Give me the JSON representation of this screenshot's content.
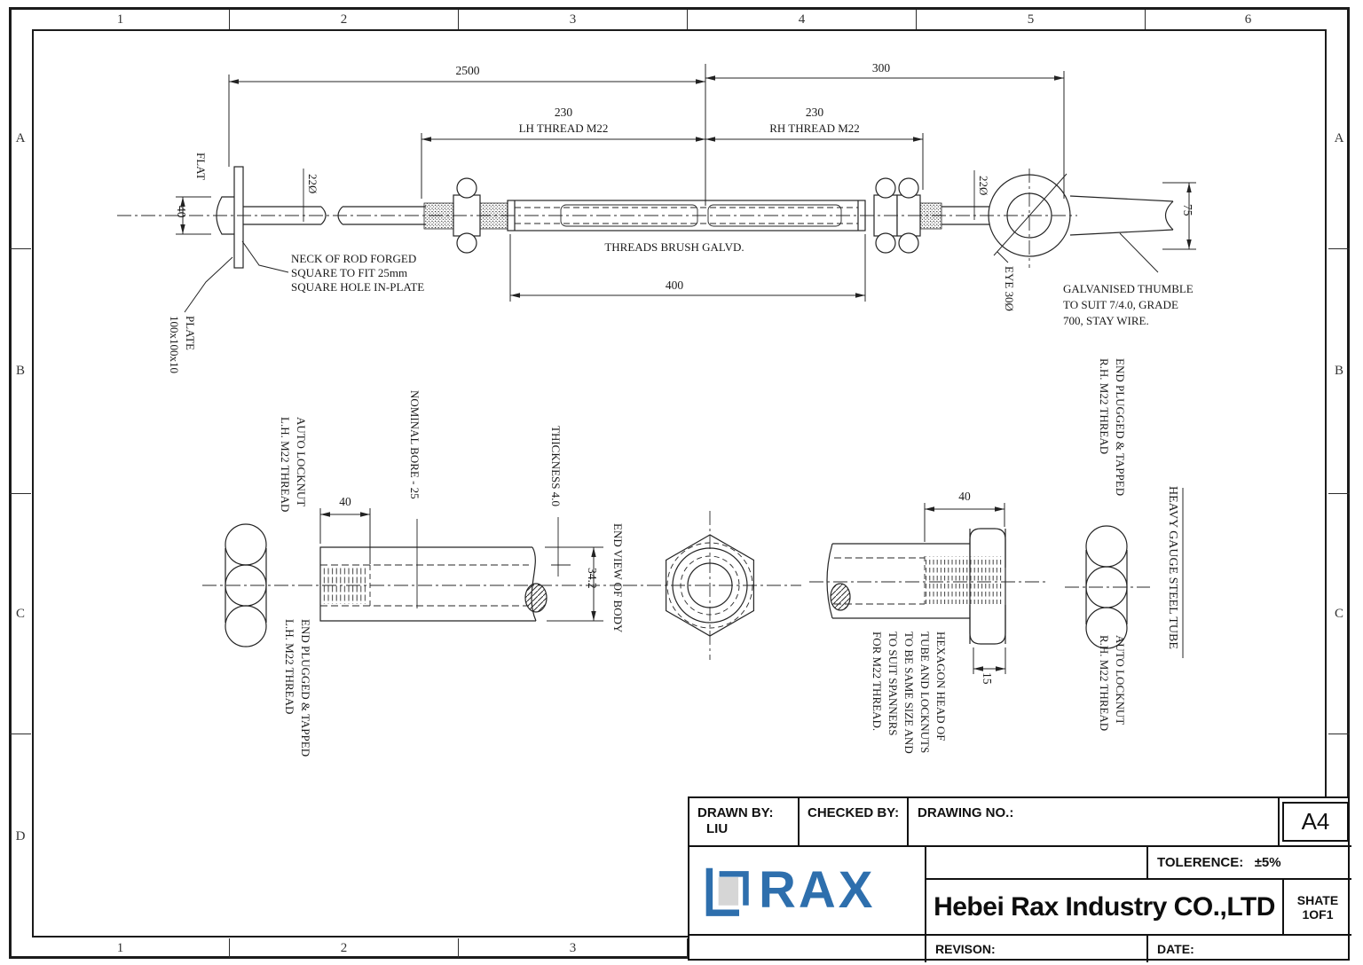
{
  "frame": {
    "top_zones": [
      "1",
      "2",
      "3",
      "4",
      "5",
      "6"
    ],
    "bottom_zones": [
      "1",
      "2",
      "3"
    ],
    "left_rows": [
      "A",
      "B",
      "C",
      "D"
    ],
    "right_rows": [
      "A",
      "B",
      "C"
    ]
  },
  "drawing": {
    "dim_overall": "2500",
    "dim_eye_end": "300",
    "dim_lh_len": "230",
    "dim_lh_label": "LH THREAD M22",
    "dim_rh_len": "230",
    "dim_rh_label": "RH THREAD M22",
    "dim_body": "400",
    "dim_nut_width": "40",
    "dim_rod_dia_left": "22Ø",
    "dim_rod_dia_right": "22Ø",
    "label_flat": "FLAT",
    "note_neck": [
      "NECK OF ROD FORGED",
      "SQUARE TO FIT 25mm",
      "SQUARE HOLE IN-PLATE"
    ],
    "note_plate": [
      "PLATE",
      "100x100x10"
    ],
    "note_threads": "THREADS BRUSH GALVD.",
    "label_eye": "EYE 30Ø",
    "note_thimble": [
      "GALVANISED THUMBLE",
      "TO SUIT 7/4.0, GRADE",
      "700, STAY WIRE."
    ],
    "dim_thimble": "75",
    "note_locknut_lh": [
      "AUTO LOCKNUT",
      "L.H. M22 THREAD"
    ],
    "label_bore": "NOMINAL BORE - 25",
    "label_thickness": "THICKNESS 4.0",
    "dim_body_40": "40",
    "dim_od": "34.2",
    "label_end_view": "END VIEW OF BODY",
    "note_plug_lh": [
      "END PLUGGED & TAPPED",
      "L.H. M22 THREAD"
    ],
    "dim_head_40": "40",
    "dim_head_15": "15",
    "note_hex": [
      "HEXAGON HEAD OF",
      "TUBE AND LOCKNUTS",
      "TO BE SAME SIZE AND",
      "TO SUIT SPANNERS",
      "FOR M22 THREAD."
    ],
    "note_plug_rh": [
      "END PLUGGED & TAPPED",
      "R.H. M22 THREAD"
    ],
    "note_locknut_rh": [
      "AUTO LOCKNUT",
      "R.H. M22 THREAD"
    ],
    "label_tube": "HEAVY GAUGE STEEL TUBE"
  },
  "title_block": {
    "drawn_by_label": "DRAWN BY:",
    "drawn_by_value": "LIU",
    "checked_by_label": "CHECKED BY:",
    "drawing_no_label": "DRAWING NO.:",
    "paper_size": "A4",
    "tolerance_label": "TOLERENCE:",
    "tolerance_value": "±5%",
    "logo_text": "RAX",
    "logo_color": "#2e6fad",
    "company": "Hebei Rax Industry CO.,LTD",
    "sheet": "SHATE 1OF1",
    "revision_label": "REVISON:",
    "date_label": "DATE:"
  }
}
